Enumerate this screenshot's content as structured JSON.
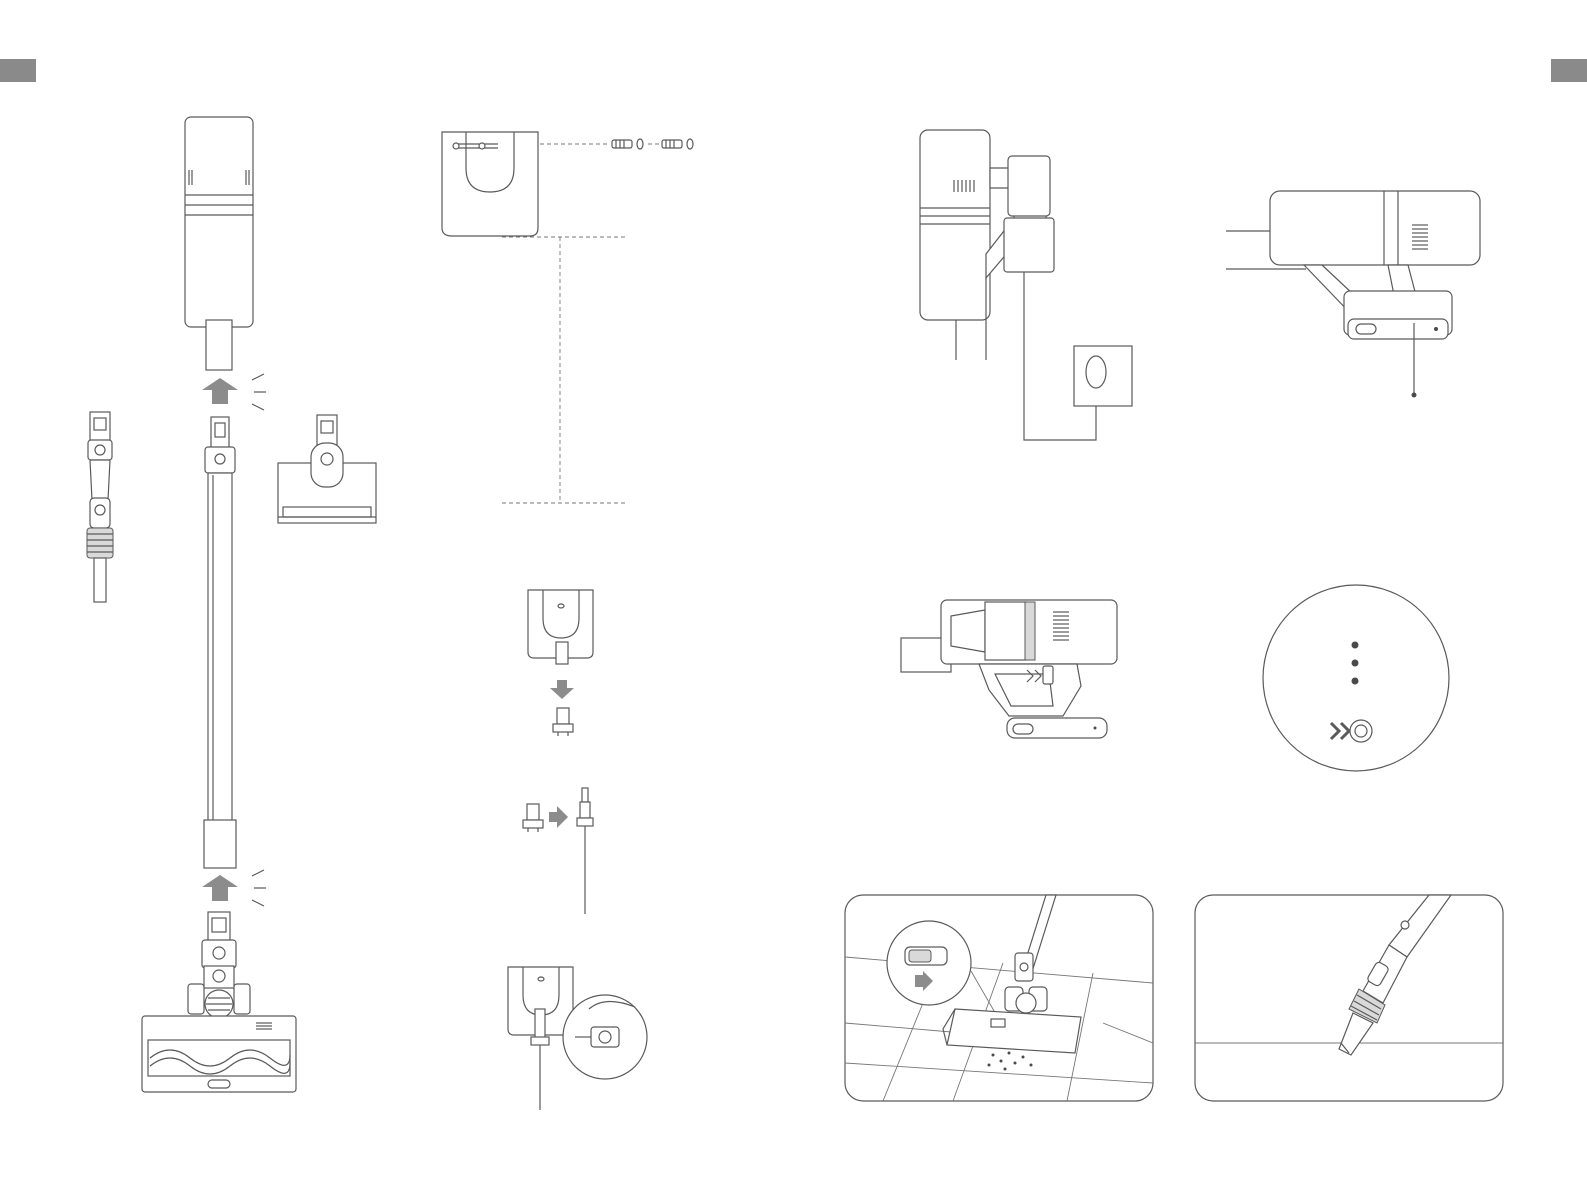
{
  "document": {
    "type": "instruction-manual-spread",
    "pages": 2
  },
  "figures": [
    {
      "id": "assembly",
      "page": "left"
    },
    {
      "id": "wall-mount-install",
      "page": "left"
    },
    {
      "id": "charging-on-dock",
      "page": "right"
    },
    {
      "id": "charging-indicator",
      "page": "right"
    },
    {
      "id": "handheld-mode",
      "page": "right"
    },
    {
      "id": "battery-indicator",
      "page": "right"
    },
    {
      "id": "floor-cleaning",
      "page": "right"
    },
    {
      "id": "crevice-cleaning",
      "page": "right"
    }
  ],
  "colors": {
    "line": "#5a5a5a",
    "fill_gray": "#8c8c8c",
    "tab": "#8a8a8a",
    "background": "#ffffff"
  },
  "icons": [
    "arrow-up-icon",
    "arrow-down-icon",
    "arrow-right-icon",
    "double-chevron-icon",
    "click-lines-icon",
    "screw-icon",
    "wall-outlet-icon",
    "power-button-icon"
  ]
}
